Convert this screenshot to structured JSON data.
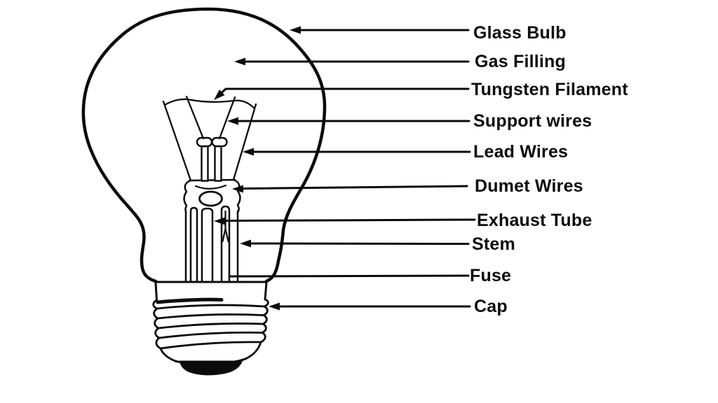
{
  "page": {
    "background_color": "#ffffff",
    "ink_color": "#0b0b0b"
  },
  "diagram": {
    "labels": [
      {
        "id": "glass-bulb",
        "text": "Glass Bulb"
      },
      {
        "id": "gas-filling",
        "text": "Gas Filling"
      },
      {
        "id": "tungsten-filament",
        "text": "Tungsten Filament"
      },
      {
        "id": "support-wires",
        "text": "Support wires"
      },
      {
        "id": "lead-wires",
        "text": "Lead Wires"
      },
      {
        "id": "dumet-wires",
        "text": "Dumet Wires"
      },
      {
        "id": "exhaust-tube",
        "text": "Exhaust Tube"
      },
      {
        "id": "stem",
        "text": "Stem"
      },
      {
        "id": "fuse",
        "text": "Fuse"
      },
      {
        "id": "cap",
        "text": "Cap"
      }
    ]
  }
}
